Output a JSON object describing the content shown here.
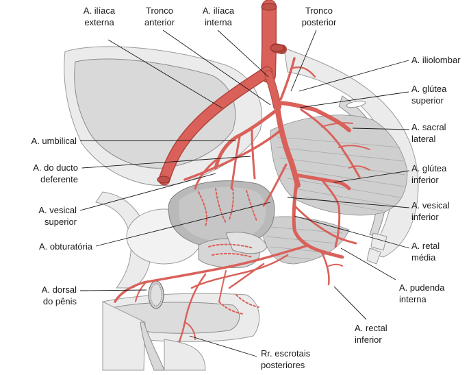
{
  "labels": {
    "iliaca_externa": "A. ilíaca\nexterna",
    "tronco_anterior": "Tronco\nanterior",
    "iliaca_interna": "A. ilíaca\ninterna",
    "tronco_posterior": "Tronco\nposterior",
    "iliolombar": "A. iliolombar",
    "glutea_superior": "A. glútea\nsuperior",
    "sacral_lateral": "A. sacral\nlateral",
    "glutea_inferior": "A. glútea\ninferior",
    "vesical_inferior": "A. vesical\ninferior",
    "retal_media": "A. retal\nmédia",
    "pudenda_interna": "A. pudenda\ninterna",
    "rectal_inferior": "A. rectal\ninferior",
    "escrotais_posteriores": "Rr. escrotais\nposteriores",
    "umbilical": "A. umbilical",
    "ducto_deferente": "A. do ducto\ndeferente",
    "vesical_superior": "A. vesical\nsuperior",
    "obturatoria": "A. obturatória",
    "dorsal_penis": "A. dorsal\ndo pênis"
  },
  "colors": {
    "artery": "#d9615a",
    "artery_edge": "#b0443e",
    "bone": "#ebebeb",
    "muscle": "#cfcfcf",
    "leader": "#1a1a1a"
  }
}
